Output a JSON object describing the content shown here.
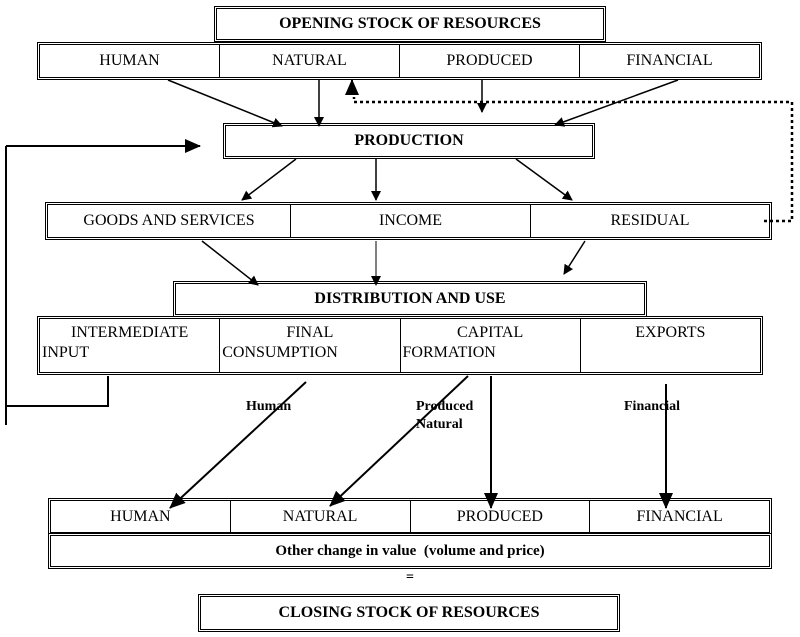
{
  "opening_stock": {
    "title": "OPENING STOCK OF RESOURCES"
  },
  "opening_resources": [
    "HUMAN",
    "NATURAL",
    "PRODUCED",
    "FINANCIAL"
  ],
  "production": {
    "title": "PRODUCTION"
  },
  "production_outputs": [
    "GOODS AND SERVICES",
    "INCOME",
    "RESIDUAL"
  ],
  "distribution": {
    "title": "DISTRIBUTION AND USE"
  },
  "uses": [
    {
      "line1": "INTERMEDIATE",
      "line2": "INPUT"
    },
    {
      "line1": "FINAL",
      "line2": "CONSUMPTION"
    },
    {
      "line1": "CAPITAL",
      "line2": "FORMATION"
    },
    {
      "line1": "EXPORTS",
      "line2": ""
    }
  ],
  "flow_labels": {
    "human": "Human",
    "produced": "Produced",
    "natural": "Natural",
    "financial": "Financial"
  },
  "closing_resources": [
    "HUMAN",
    "NATURAL",
    "PRODUCED",
    "FINANCIAL"
  ],
  "other_change": {
    "text": "Other change in value  (volume and price)"
  },
  "equals": {
    "text": "="
  },
  "closing_stock": {
    "title": "CLOSING STOCK OF RESOURCES"
  }
}
